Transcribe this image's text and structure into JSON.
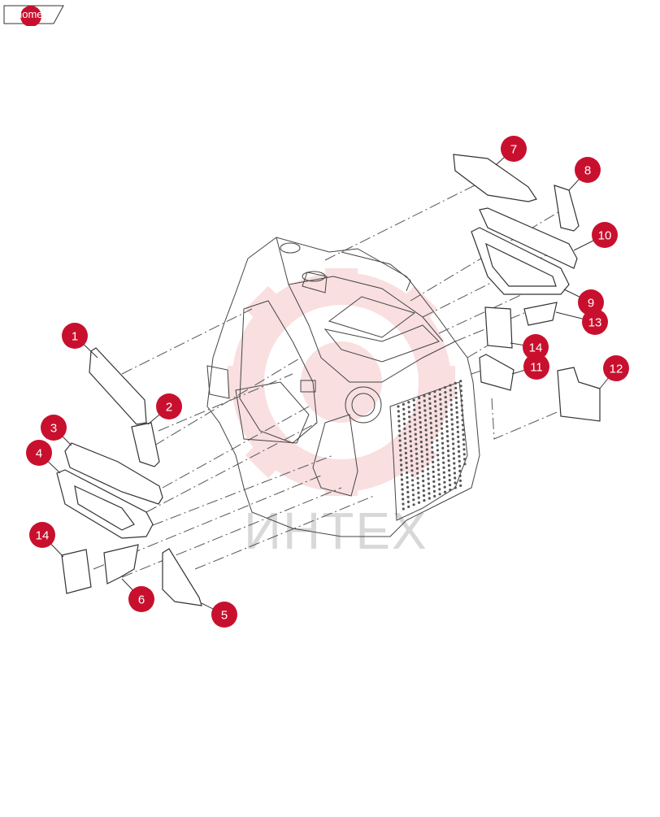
{
  "nav": {
    "home_label": "home"
  },
  "watermark": {
    "text": "ИНТЕХ",
    "color": "#f5c6c8"
  },
  "colors": {
    "callout_fill": "#c8102e",
    "line": "#333333"
  },
  "callouts": [
    "1",
    "2",
    "3",
    "4",
    "5",
    "6",
    "7",
    "8",
    "9",
    "10",
    "11",
    "12",
    "13",
    "14",
    "14"
  ]
}
